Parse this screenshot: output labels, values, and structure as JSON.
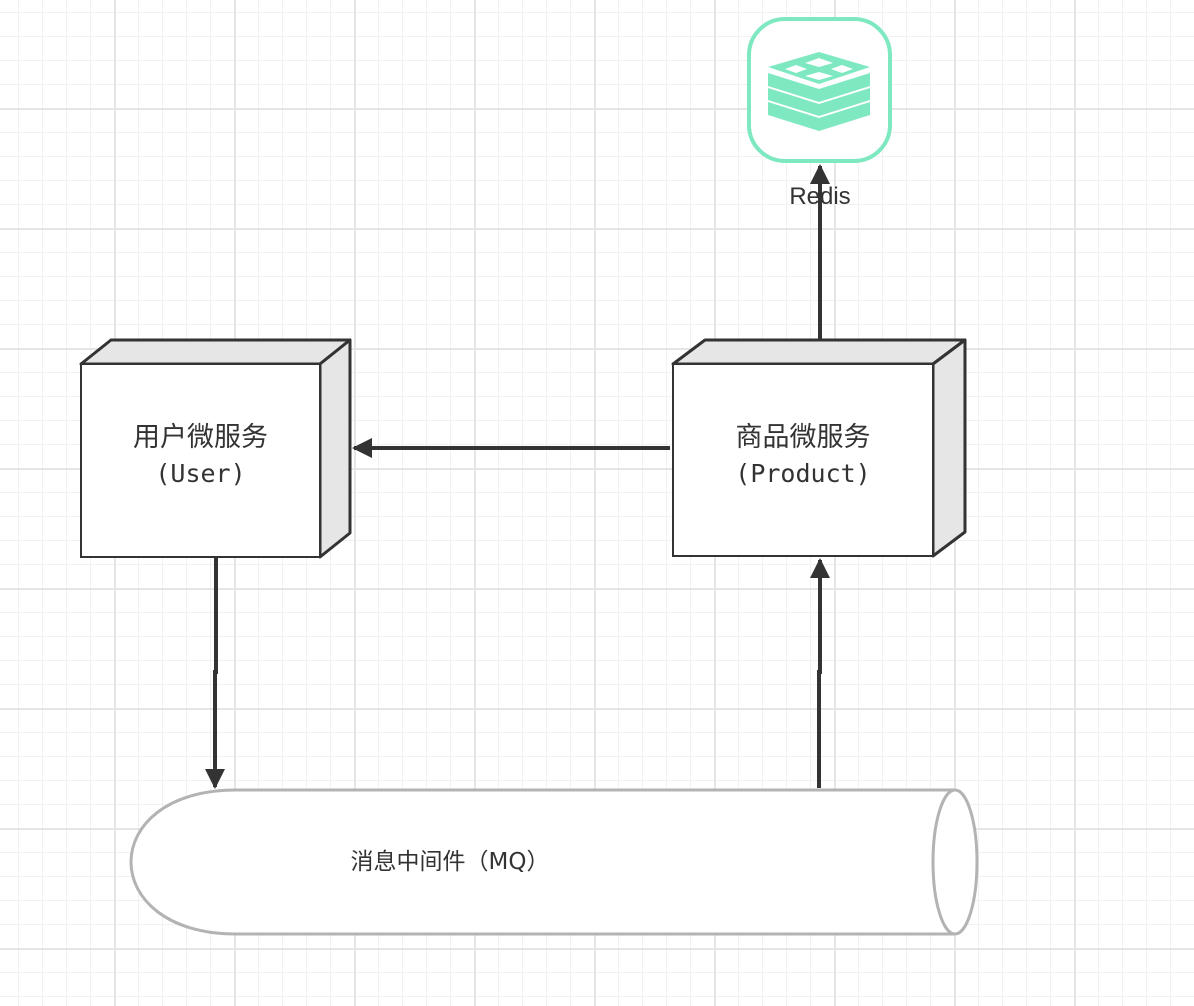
{
  "diagram": {
    "nodes": {
      "user_service": {
        "label_cn": "用户微服务",
        "label_en": "(User)"
      },
      "product_service": {
        "label_cn": "商品微服务",
        "label_en": "(Product)"
      },
      "redis": {
        "label": "Redis",
        "icon": "redis-logo-icon",
        "color": "#7ee8c1"
      },
      "mq": {
        "label": "消息中间件（MQ）"
      }
    },
    "edges": [
      {
        "from": "product_service",
        "to": "user_service"
      },
      {
        "from": "product_service",
        "to": "redis"
      },
      {
        "from": "user_service",
        "to": "mq"
      },
      {
        "from": "mq",
        "to": "product_service"
      }
    ],
    "colors": {
      "stroke": "#333333",
      "box_side": "#e6e6e6",
      "cylinder_stroke": "#b3b3b3"
    }
  }
}
